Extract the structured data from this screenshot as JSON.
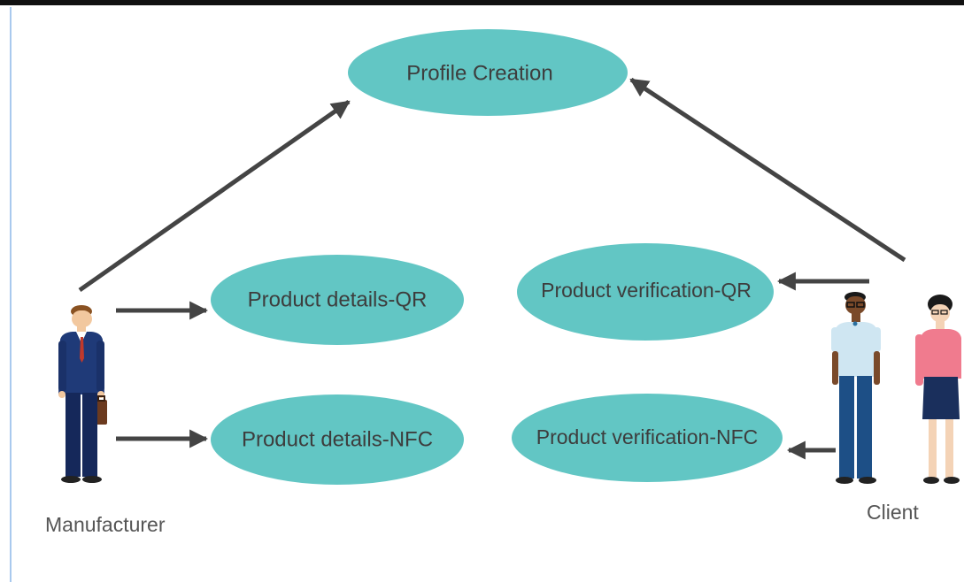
{
  "use_cases": {
    "profile_creation": "Profile Creation",
    "product_details_qr": "Product  details-QR",
    "product_details_nfc": "Product  details-NFC",
    "product_verification_qr": "Product verification-QR",
    "product_verification_nfc": "Product verification-NFC"
  },
  "actors": {
    "manufacturer": "Manufacturer",
    "client": "Client"
  },
  "colors": {
    "ellipse_fill": "#62c6c4",
    "arrow": "#444444",
    "text": "#3d3d3d"
  }
}
